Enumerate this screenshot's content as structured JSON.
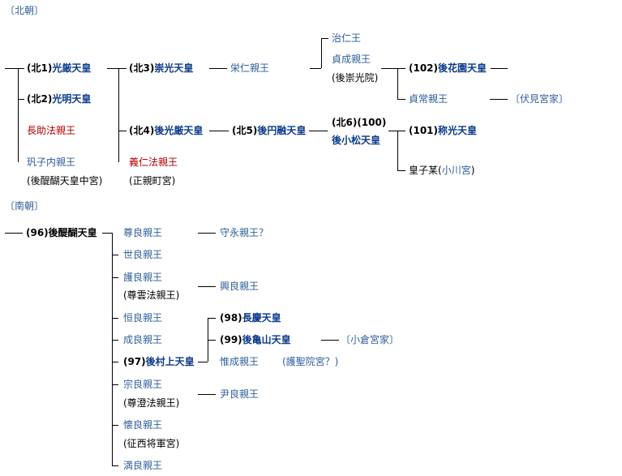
{
  "north": {
    "heading": "〔北朝〕",
    "kogon": {
      "pre": "(北1)",
      "name": "光厳天皇"
    },
    "komyo": {
      "pre": "(北2)",
      "name": "光明天皇"
    },
    "chojo": "長助法親王",
    "kuko": {
      "name": "㺬子内親王",
      "note": "(後醍醐天皇中宮)"
    },
    "suko": {
      "pre": "(北3)",
      "name": "崇光天皇"
    },
    "gokogon": {
      "pre": "(北4)",
      "name": "後光厳天皇"
    },
    "gijin": {
      "name": "義仁法親王",
      "note": "(正親町宮)"
    },
    "eijin": "栄仁親王",
    "goenyu": {
      "pre": "(北5)",
      "name": "後円融天皇"
    },
    "jijin": "治仁王",
    "sadafusa": {
      "name": "貞成親王",
      "note": "(後崇光院)"
    },
    "gokomatsu": {
      "pre": "(北6)(100)",
      "name": "後小松天皇"
    },
    "gohanazono": {
      "pre": "(102)",
      "name": "後花園天皇"
    },
    "sadatsune": "貞常親王",
    "fushimi": "〔伏見宮家〕",
    "shoko": {
      "pre": "(101)",
      "name": "称光天皇"
    },
    "oshi": {
      "pre": "皇子某(",
      "name": "小川宮",
      "post": ")"
    }
  },
  "south": {
    "heading": "〔南朝〕",
    "godaigo": {
      "pre": "(96)",
      "name": "後醍醐天皇"
    },
    "takanaga": "尊良親王",
    "morinaga_son": "守永親王？",
    "yoyoshi": "世良親王",
    "moriyoshi": {
      "name": "護良親王",
      "note": "(尊雲法親王)"
    },
    "okiyoshi": "興良親王",
    "tsuneyoshi": "恒良親王",
    "nariyoshi": "成良親王",
    "gomurakami": {
      "pre": "(97)",
      "name": "後村上天皇"
    },
    "chokei": {
      "pre": "(98)",
      "name": "長慶天皇"
    },
    "gokameyama": {
      "pre": "(99)",
      "name": "後亀山天皇"
    },
    "ogura": "〔小倉宮家〕",
    "koreyoshi": {
      "name": "惟成親王",
      "note": "(護聖院宮？)"
    },
    "muneyoshi": {
      "name": "宗良親王",
      "note": "(尊澄法親王)"
    },
    "tadayoshi": "尹良親王",
    "kaneyoshi": {
      "name": "懐良親王",
      "note": "(征西将軍宮)"
    },
    "mitsuyoshi": "満良親王"
  }
}
